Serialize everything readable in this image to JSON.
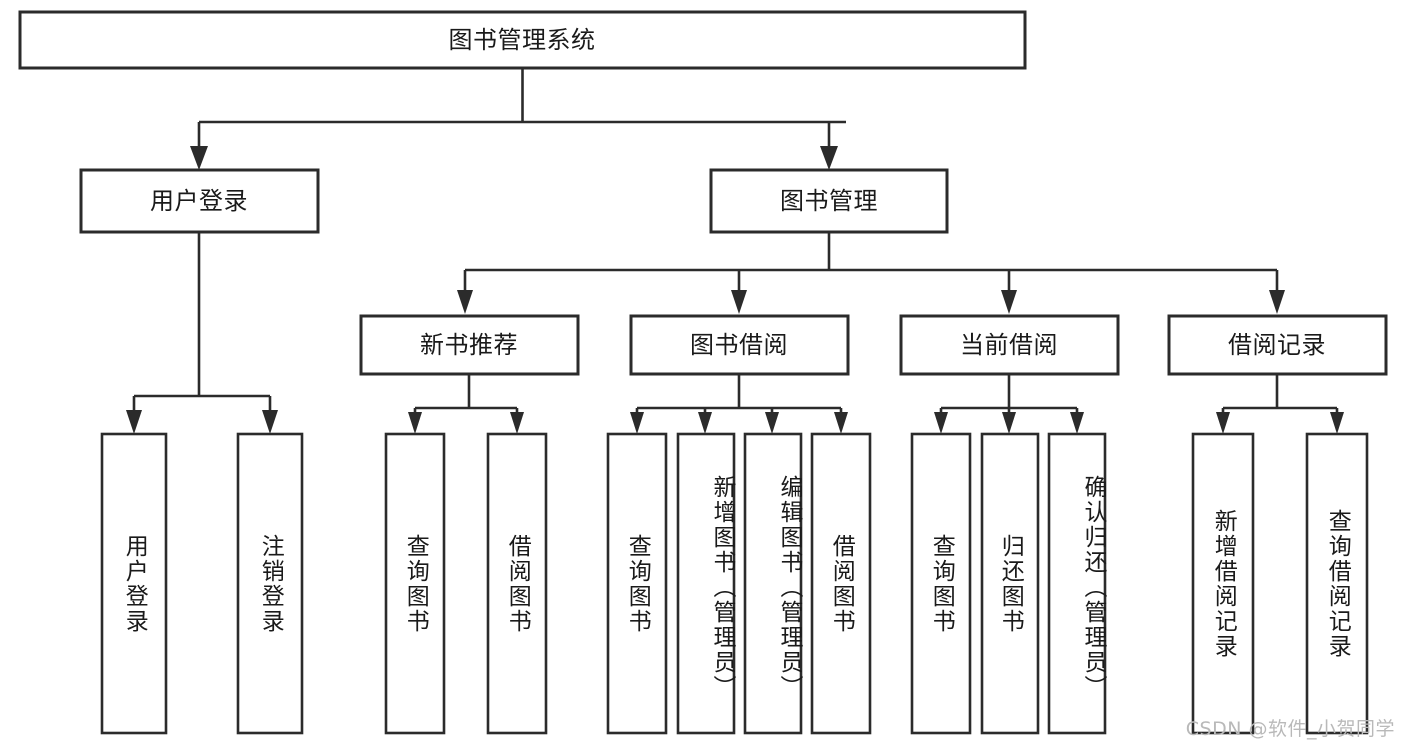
{
  "diagram": {
    "title": "图书管理系统",
    "type": "tree-hierarchy-chart",
    "root": {
      "id": "root",
      "label": "图书管理系统"
    },
    "level2": [
      {
        "id": "user-login",
        "label": "用户登录"
      },
      {
        "id": "book-manage",
        "label": "图书管理"
      }
    ],
    "level3": [
      {
        "id": "new-book-rec",
        "label": "新书推荐",
        "parent": "book-manage"
      },
      {
        "id": "book-borrow",
        "label": "图书借阅",
        "parent": "book-manage"
      },
      {
        "id": "current-borrow",
        "label": "当前借阅",
        "parent": "book-manage"
      },
      {
        "id": "borrow-record",
        "label": "借阅记录",
        "parent": "book-manage"
      }
    ],
    "leaves": {
      "user-login": [
        {
          "id": "leaf-user-login",
          "label": "用户登录"
        },
        {
          "id": "leaf-user-logout",
          "label": "注销登录"
        }
      ],
      "new-book-rec": [
        {
          "id": "leaf-query-book-1",
          "label": "查询图书"
        },
        {
          "id": "leaf-borrow-book-1",
          "label": "借阅图书"
        }
      ],
      "book-borrow": [
        {
          "id": "leaf-query-book-2",
          "label": "查询图书"
        },
        {
          "id": "leaf-add-book",
          "label": "新增图书（管理员）"
        },
        {
          "id": "leaf-edit-book",
          "label": "编辑图书（管理员）"
        },
        {
          "id": "leaf-borrow-book-2",
          "label": "借阅图书"
        }
      ],
      "current-borrow": [
        {
          "id": "leaf-query-book-3",
          "label": "查询图书"
        },
        {
          "id": "leaf-return-book",
          "label": "归还图书"
        },
        {
          "id": "leaf-confirm-return",
          "label": "确认归还（管理员）"
        }
      ],
      "borrow-record": [
        {
          "id": "leaf-add-record",
          "label": "新增借阅记录"
        },
        {
          "id": "leaf-query-record",
          "label": "查询借阅记录"
        }
      ]
    }
  },
  "watermark": {
    "text": "CSDN @软件_小贺同学"
  },
  "colors": {
    "stroke": "#2b2b2b",
    "box_fill": "#ffffff",
    "text": "#1a1a1a",
    "background": "#ffffff",
    "watermark": "#b9b9b9"
  }
}
